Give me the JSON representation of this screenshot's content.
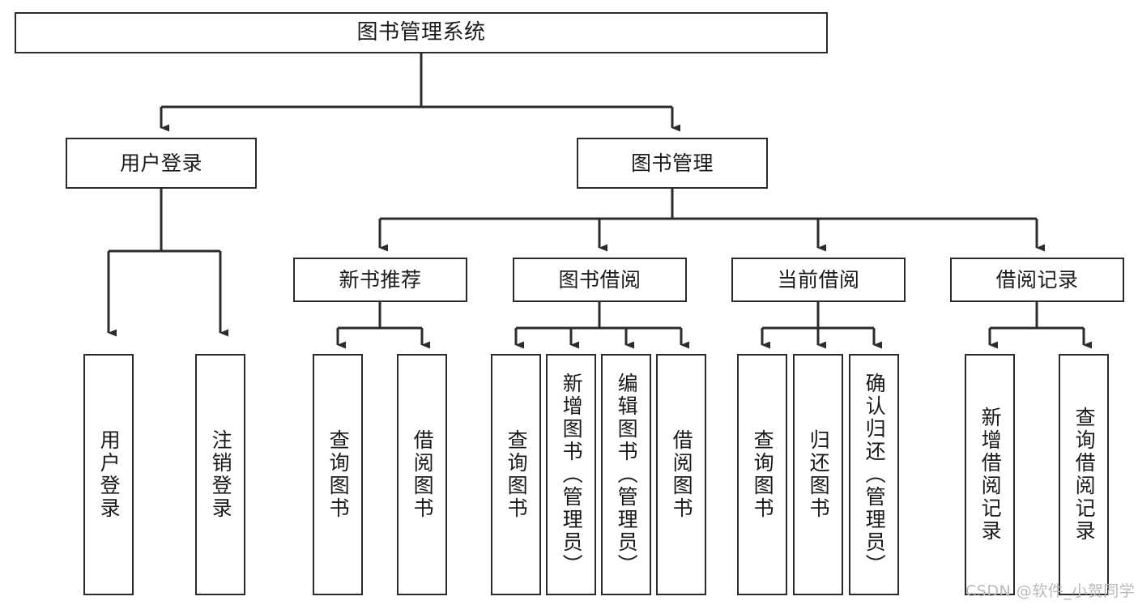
{
  "diagram": {
    "title": "图书管理系统",
    "type": "tree",
    "colors": {
      "stroke": "#2b2b2b",
      "fill": "#ffffff",
      "text": "#1a1a1a",
      "watermark": "#b9b9b9",
      "background": "#ffffff"
    },
    "root": {
      "label": "图书管理系统"
    },
    "level2": [
      {
        "label": "用户登录"
      },
      {
        "label": "图书管理"
      }
    ],
    "level3": [
      {
        "label": "新书推荐"
      },
      {
        "label": "图书借阅"
      },
      {
        "label": "当前借阅"
      },
      {
        "label": "借阅记录"
      }
    ],
    "leaves": {
      "user_login": [
        {
          "label": "用户登录"
        },
        {
          "label": "注销登录"
        }
      ],
      "new_book": [
        {
          "label": "查询图书"
        },
        {
          "label": "借阅图书"
        }
      ],
      "book_borrow": [
        {
          "label": "查询图书"
        },
        {
          "label": "新增图书（管理员）"
        },
        {
          "label": "编辑图书（管理员）"
        },
        {
          "label": "借阅图书"
        }
      ],
      "current_borrow": [
        {
          "label": "查询图书"
        },
        {
          "label": "归还图书"
        },
        {
          "label": "确认归还（管理员）"
        }
      ],
      "borrow_record": [
        {
          "label": "新增借阅记录"
        },
        {
          "label": "查询借阅记录"
        }
      ]
    }
  },
  "watermark": {
    "text": "CSDN @软件_小贺同学"
  }
}
